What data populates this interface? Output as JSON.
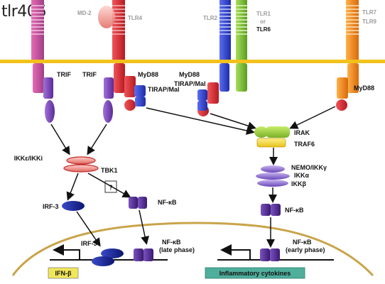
{
  "corner_label": "tlr406",
  "receptors": {
    "tlr4": "TLR4",
    "md2": "MD-2",
    "tlr2": "TLR2",
    "tlr1_a": "TLR1",
    "tlr1_or": "or",
    "tlr6": "TLR6",
    "tlr7": "TLR7",
    "tlr9": "TLR9"
  },
  "adaptors": {
    "trif_left": "TRIF",
    "trif_right": "TRIF",
    "myd88_tlr4": "MyD88",
    "tirap_tlr4": "TIRAP/Mal",
    "myd88_tlr2": "MyD88",
    "tirap_tlr2": "TIRAP/Mal",
    "myd88_tlr7": "MyD88"
  },
  "kinases": {
    "ikke": "IKKε/IKKi",
    "tbk1": "TBK1",
    "question": "?",
    "irak": "IRAK",
    "traf6": "TRAF6",
    "nemo": "NEMO/IKKγ",
    "ikka": "IKKα",
    "ikkb": "IKKβ"
  },
  "transcription": {
    "irf3": "IRF-3",
    "nfkb_left": "NF-κB",
    "nfkb_right": "NF-κB",
    "irf3_nuc": "IRF-3",
    "nfkb_late_1": "NF-κB",
    "nfkb_late_2": "(late phase)",
    "nfkb_early_1": "NF-κB",
    "nfkb_early_2": "(early phase)"
  },
  "outputs": {
    "ifnb": "IFN-β",
    "cytokines": "Inflammatory cytokines"
  },
  "colors": {
    "membrane": "#f2c21b",
    "nucleus": "#c9a449",
    "tlr4": "#d9262c",
    "tlr3_like": "#c94c9b",
    "tlr2": "#2d3fc7",
    "tlr1": "#7cc133",
    "tlr7": "#f08a1c",
    "trif": "#7a3fb0",
    "myd88": "#e02a2a",
    "tirap": "#3048c8",
    "irf3": "#1a2a9a",
    "nfkb": "#4a2a8a",
    "ikk": "#8a6ad0",
    "ifnb_box": "#f0e65a",
    "cytokine_box": "#4fae9c"
  }
}
